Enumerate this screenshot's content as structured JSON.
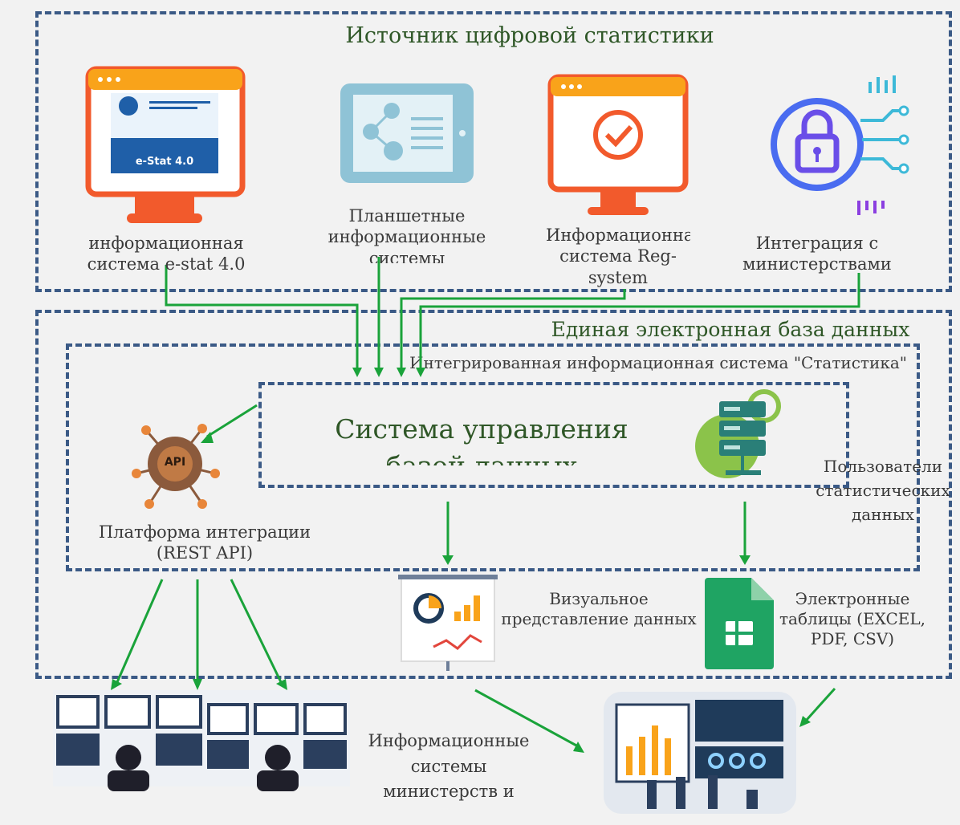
{
  "section_top": {
    "title": "Источник цифровой статистики"
  },
  "sources": [
    {
      "label": "информационная система e-stat 4.0",
      "screen_brand": "e-Stat 4.0"
    },
    {
      "label": "Планшетные информационные системы"
    },
    {
      "label": "Информационная система Reg-system"
    },
    {
      "label": "Интеграция с министерствами и"
    }
  ],
  "section_db": {
    "title": "Единая электронная база данных"
  },
  "section_is": {
    "title": "Интегрированная информационная система \"Статистика\""
  },
  "dbms": {
    "title": "Система управления базой данных"
  },
  "api": {
    "icon_text": "API",
    "label": "Платформа интеграции (REST API)"
  },
  "users": {
    "label": "Пользователи статистических данных"
  },
  "visual": {
    "label": "Визуальное представление данных"
  },
  "sheets": {
    "label": "Электронные таблицы (EXCEL, PDF, CSV)"
  },
  "ministries": {
    "label": "Информационные системы министерств и"
  },
  "colors": {
    "dash": "#3b5a86",
    "arrow": "#1aa33a",
    "title_text": "#2f5727"
  }
}
